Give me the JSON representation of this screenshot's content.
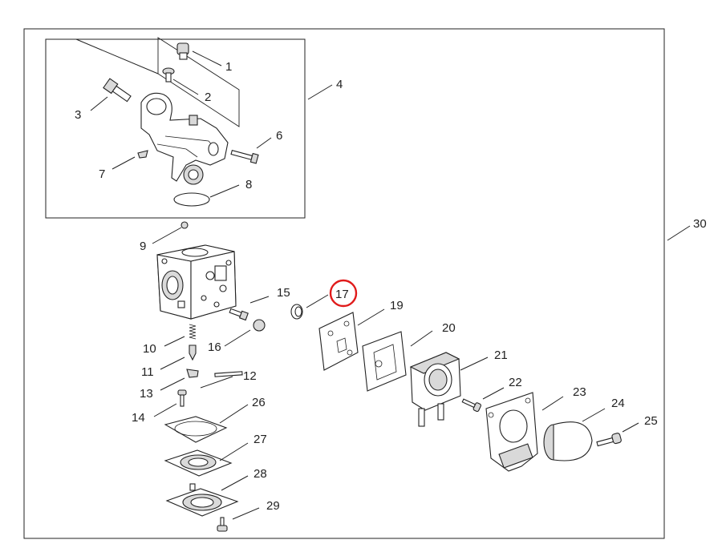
{
  "diagram": {
    "parts": [
      {
        "id": "p1",
        "number": "1"
      },
      {
        "id": "p2",
        "number": "2"
      },
      {
        "id": "p3",
        "number": "3"
      },
      {
        "id": "p4",
        "number": "4"
      },
      {
        "id": "p6",
        "number": "6"
      },
      {
        "id": "p7",
        "number": "7"
      },
      {
        "id": "p8",
        "number": "8"
      },
      {
        "id": "p9",
        "number": "9"
      },
      {
        "id": "p10",
        "number": "10"
      },
      {
        "id": "p11",
        "number": "11"
      },
      {
        "id": "p12",
        "number": "12"
      },
      {
        "id": "p13",
        "number": "13"
      },
      {
        "id": "p14",
        "number": "14"
      },
      {
        "id": "p15",
        "number": "15"
      },
      {
        "id": "p16",
        "number": "16"
      },
      {
        "id": "p17",
        "number": "17"
      },
      {
        "id": "p19",
        "number": "19"
      },
      {
        "id": "p20",
        "number": "20"
      },
      {
        "id": "p21",
        "number": "21"
      },
      {
        "id": "p22",
        "number": "22"
      },
      {
        "id": "p23",
        "number": "23"
      },
      {
        "id": "p24",
        "number": "24"
      },
      {
        "id": "p25",
        "number": "25"
      },
      {
        "id": "p26",
        "number": "26"
      },
      {
        "id": "p27",
        "number": "27"
      },
      {
        "id": "p28",
        "number": "28"
      },
      {
        "id": "p29",
        "number": "29"
      },
      {
        "id": "p30",
        "number": "30"
      }
    ],
    "highlighted_part": "17",
    "highlight_color": "#e01b1b"
  }
}
